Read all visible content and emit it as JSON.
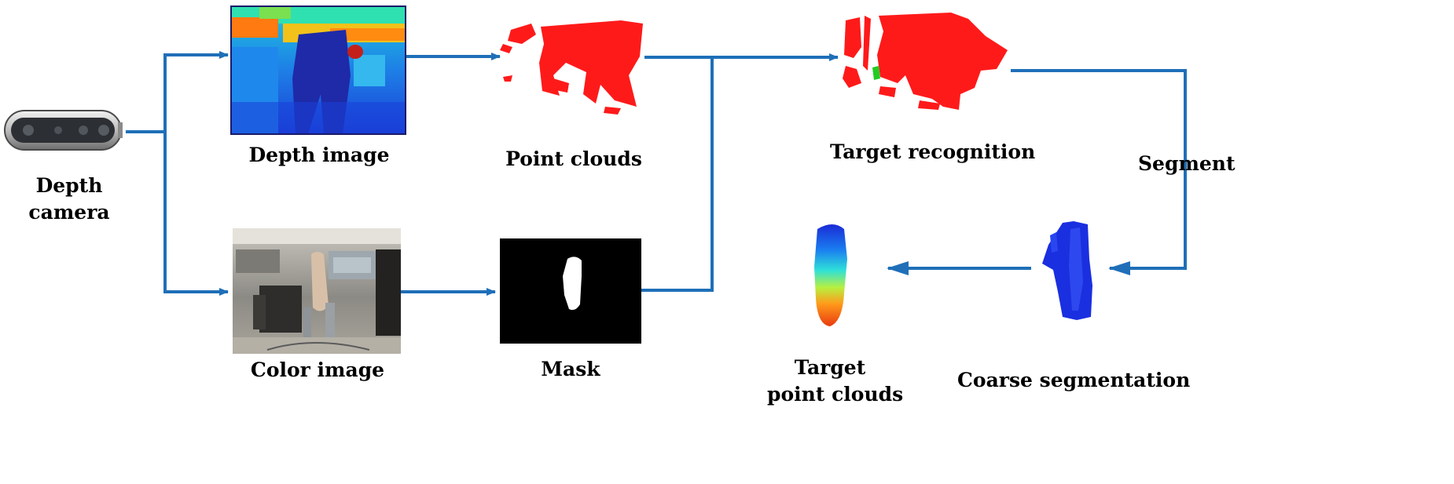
{
  "labels": {
    "depth_camera_line1": "Depth",
    "depth_camera_line2": "camera",
    "depth_image": "Depth image",
    "color_image": "Color image",
    "point_clouds": "Point clouds",
    "mask": "Mask",
    "target_recognition": "Target recognition",
    "segment": "Segment",
    "coarse_segmentation": "Coarse segmentation",
    "target_point_clouds_line1": "Target",
    "target_point_clouds_line2": "point clouds"
  },
  "colors": {
    "arrow": "#1f6fb8",
    "cloud_red": "#ff1a1a",
    "recognized_green": "#22cc22",
    "segment_blue": "#1a2fe0",
    "mask_black": "#000000"
  },
  "icons": [
    "depth-camera-icon"
  ]
}
